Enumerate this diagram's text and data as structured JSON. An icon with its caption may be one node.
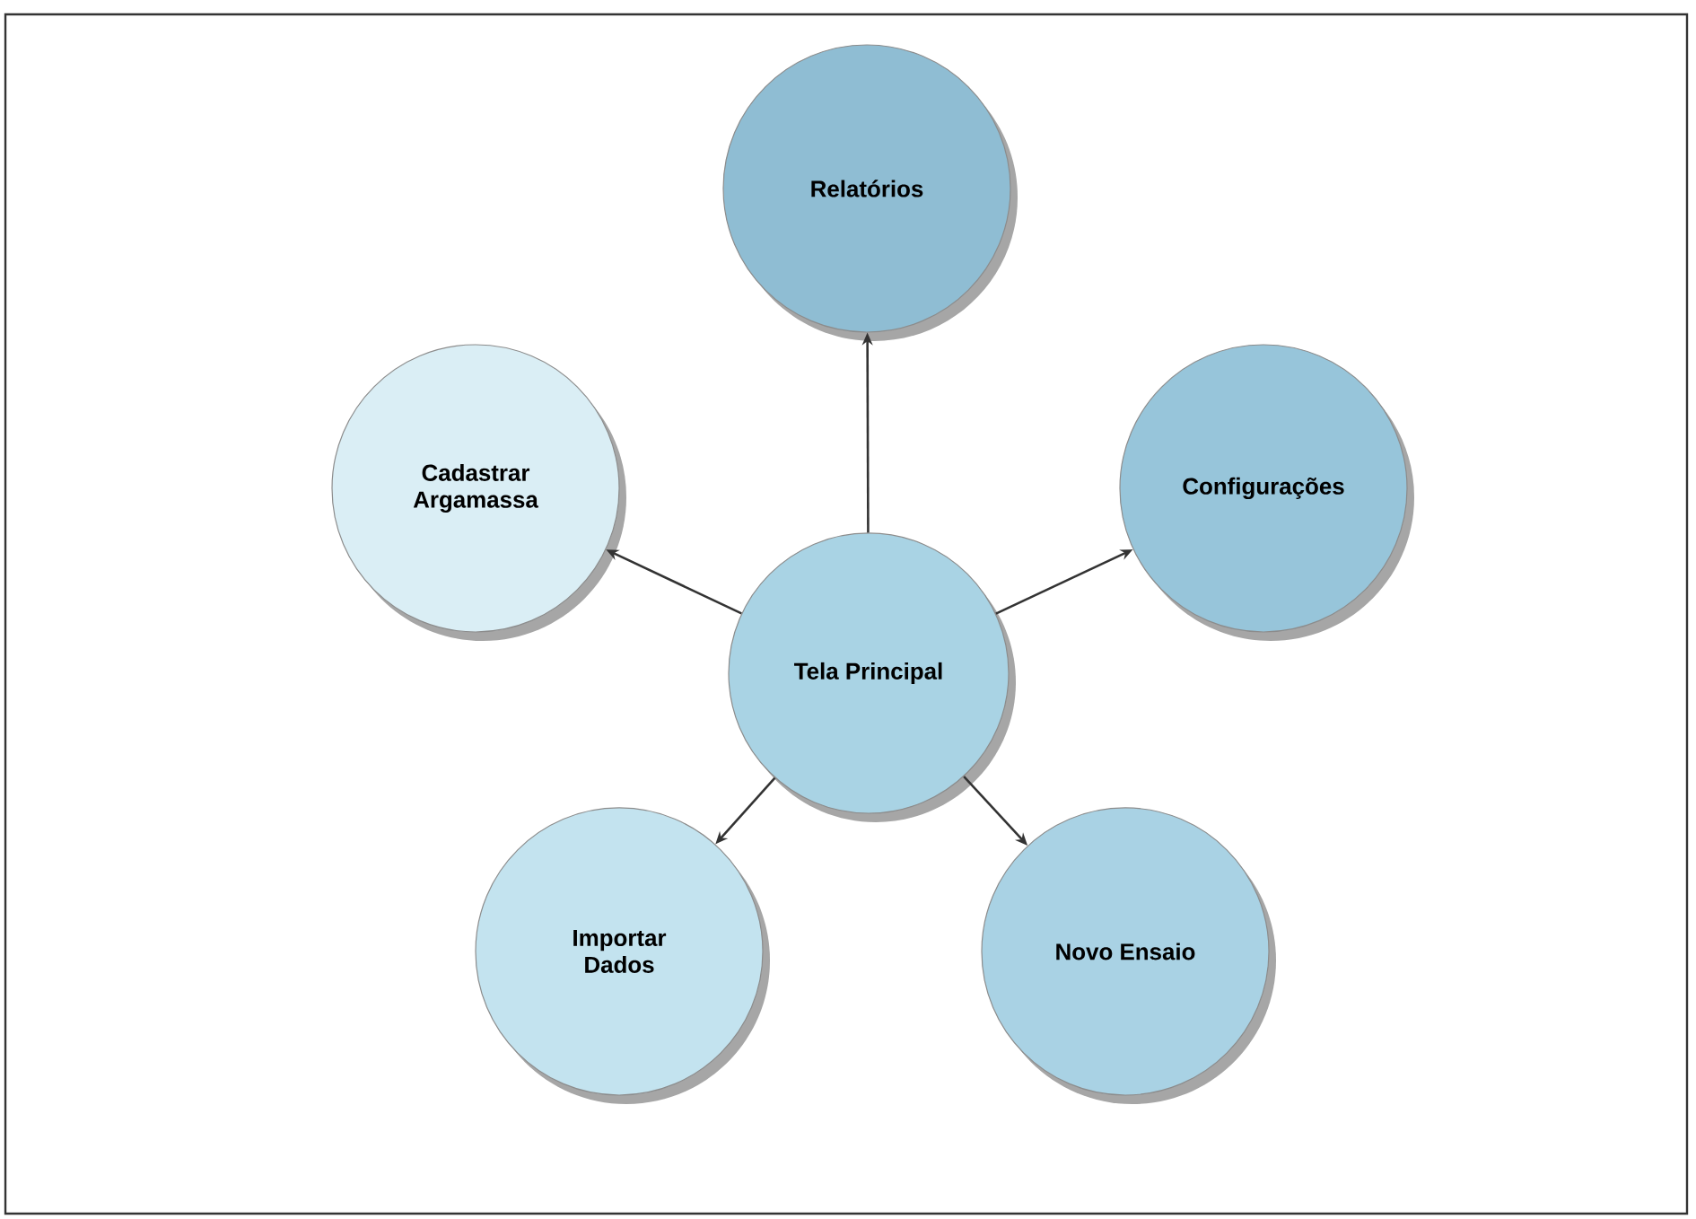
{
  "diagram": {
    "nodes": [
      {
        "text": [
          "Relatórios"
        ]
      },
      {
        "text": [
          "Cadastrar Argamassa"
        ]
      },
      {
        "text": [
          "Configurações"
        ]
      },
      {
        "text": [
          "Tela Principal"
        ]
      },
      {
        "text": [
          "Importar Dados"
        ]
      },
      {
        "text": [
          "Novo Ensaio"
        ]
      }
    ],
    "edges": [
      {
        "from": 3,
        "to": 0,
        "arrow": "to"
      },
      {
        "from": 3,
        "to": 2,
        "arrow": "to"
      },
      {
        "from": 3,
        "to": 1,
        "arrow": "to"
      },
      {
        "from": 3,
        "to": 4,
        "arrow": "to"
      },
      {
        "from": 3,
        "to": 5,
        "arrow": "to"
      }
    ]
  }
}
